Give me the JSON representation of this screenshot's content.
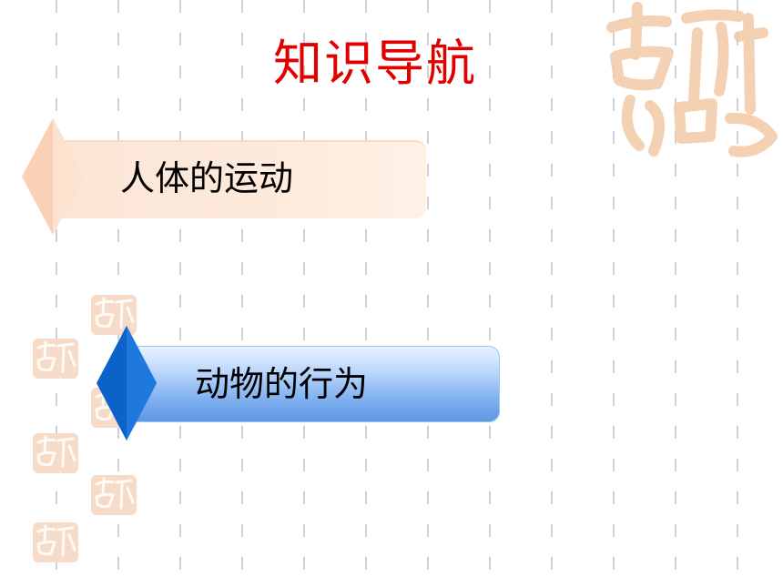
{
  "slide": {
    "title": "知识导航",
    "items": [
      {
        "label": "人体的运动"
      },
      {
        "label": "动物的行为"
      }
    ]
  },
  "colors": {
    "title": "#e00000",
    "item1_bar": "#fde9da",
    "item1_diamond": "#f9d2b6",
    "item2_bar": "#7fb0ef",
    "item2_diamond": "#0b63c9",
    "seal": "#f3c9a6",
    "guide": "#cccccc"
  },
  "decor": {
    "seal_icon": "auspicious-seal-icon"
  }
}
